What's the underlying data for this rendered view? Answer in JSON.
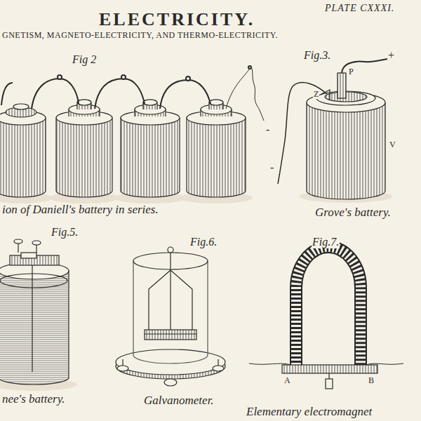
{
  "diagram": {
    "title": "ELECTRICITY.",
    "labels": [
      "PLATE CXXXI.",
      "GNETISM, MAGNETO-ELECTRICITY, AND THERMO-ELECTRICITY.",
      "Fig 2",
      "-",
      "ion of Daniell's battery in series.",
      "Fig.3.",
      "P",
      "+",
      "Z",
      "V",
      "-",
      "Grove's battery.",
      "Fig.5.",
      "nee's battery.",
      "Fig.6.",
      "Galvanometer.",
      "Fig.7.",
      "A",
      "B",
      "Elementary electromagnet"
    ]
  }
}
